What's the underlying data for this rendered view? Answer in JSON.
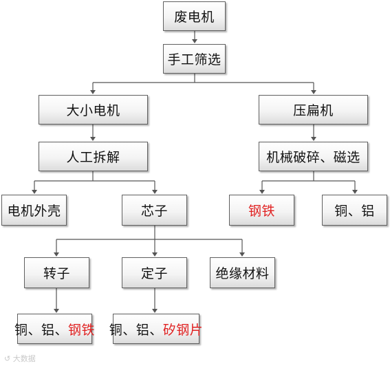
{
  "nodes": {
    "waste_motor": "废电机",
    "manual_screening": "手工筛选",
    "large_small_motor": "大小电机",
    "flatten": "压扁机",
    "manual_dismantling": "人工拆解",
    "mechanical_crushing": "机械破碎、磁选",
    "motor_housing": "电机外壳",
    "core": "芯子",
    "steel_iron": "钢铁",
    "copper_aluminum": "铜、铝",
    "rotor": "转子",
    "stator": "定子",
    "insulation_material": "绝缘材料",
    "rotor_output_prefix": "铜、铝、",
    "rotor_output_highlight": "钢铁",
    "stator_output_prefix": "铜、铝、",
    "stator_output_highlight": "矽钢片"
  },
  "watermark": "大数据",
  "colors": {
    "highlight": "#e02020",
    "border": "#5f5f5f",
    "connector": "#555555"
  }
}
